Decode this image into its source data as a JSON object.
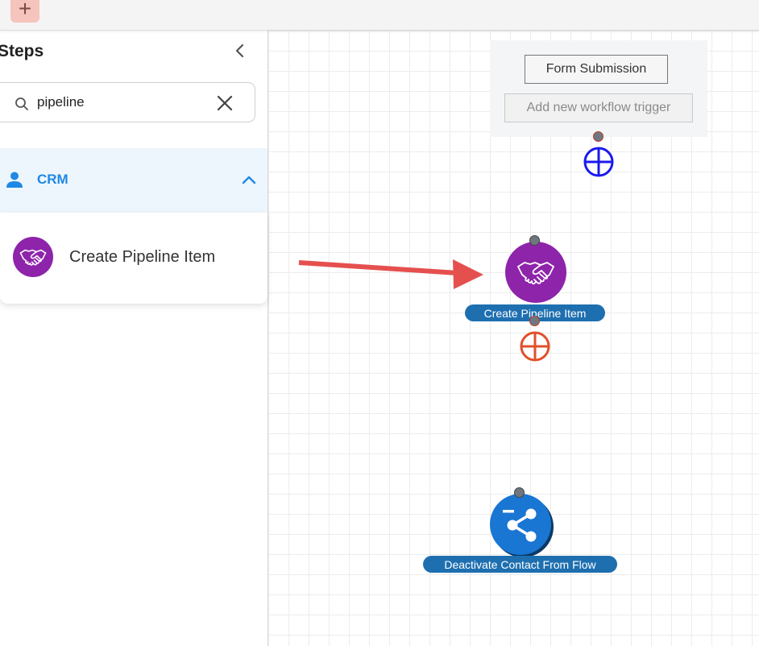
{
  "sidebar": {
    "title": "Steps",
    "search": {
      "value": "pipeline",
      "placeholder": ""
    },
    "category": {
      "label": "CRM",
      "icon": "person-icon",
      "color": "#1e88e5"
    },
    "items": [
      {
        "label": "Create Pipeline Item",
        "icon": "handshake-icon",
        "color": "#8e24aa"
      }
    ]
  },
  "canvas": {
    "trigger": {
      "button_label": "Form Submission",
      "add_label": "Add new workflow trigger"
    },
    "nodes": [
      {
        "label": "Create Pipeline Item",
        "icon": "handshake-icon",
        "color": "#8e24aa"
      },
      {
        "label": "Deactivate Contact From Flow",
        "icon": "share-remove-icon",
        "color": "#1976d2"
      }
    ]
  },
  "colors": {
    "accent": "#1e88e5",
    "label_bg": "#1e6fb0",
    "arrow": "#e5504f"
  }
}
